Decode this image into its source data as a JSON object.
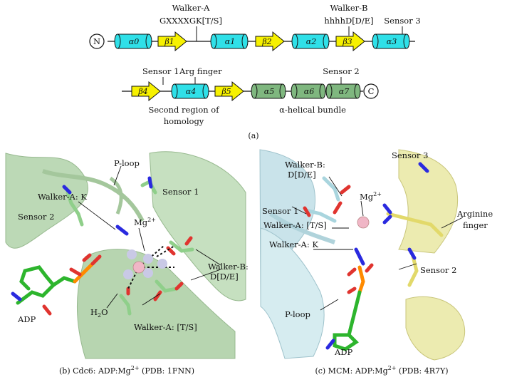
{
  "topology": {
    "row1": {
      "n_label": "N",
      "elements": [
        {
          "type": "helix",
          "name": "α0"
        },
        {
          "type": "strand",
          "name": "β1"
        },
        {
          "type": "helix",
          "name": "α1"
        },
        {
          "type": "strand",
          "name": "β2"
        },
        {
          "type": "helix",
          "name": "α2"
        },
        {
          "type": "strand",
          "name": "β3"
        },
        {
          "type": "helix",
          "name": "α3"
        }
      ],
      "annotations": {
        "walker_a_title": "Walker-A",
        "walker_a_motif": "GXXXXGK[T/S]",
        "walker_b_title": "Walker-B",
        "walker_b_motif": "hhhhD[D/E]",
        "sensor3": "Sensor 3"
      }
    },
    "row2": {
      "c_label": "C",
      "elements": [
        {
          "type": "strand",
          "name": "β4"
        },
        {
          "type": "helix",
          "name": "α4"
        },
        {
          "type": "strand",
          "name": "β5"
        },
        {
          "type": "helix",
          "name": "α5"
        },
        {
          "type": "helix",
          "name": "α6"
        },
        {
          "type": "helix",
          "name": "α7"
        }
      ],
      "annotations": {
        "sensor1": "Sensor 1",
        "arg_finger": "Arg finger",
        "sensor2": "Sensor 2",
        "second_region_1": "Second region of",
        "second_region_2": "homology",
        "helical_bundle": "α-helical bundle"
      }
    },
    "caption_a": "(a)"
  },
  "panel_b": {
    "labels": {
      "p_loop": "P-loop",
      "walker_a_k": "Walker-A: K",
      "sensor1": "Sensor 1",
      "sensor2": "Sensor 2",
      "mg": "Mg",
      "mg_sup": "2+",
      "walker_b_1": "Walker-B:",
      "walker_b_2": "D[D/E]",
      "adp": "ADP",
      "h2o_h": "H",
      "h2o_sub": "2",
      "h2o_o": "O",
      "walker_a_ts": "Walker-A: [T/S]"
    },
    "caption": "(b) Cdc6: ADP:Mg",
    "caption_sup": "2+",
    "caption_end": " (PDB: 1FNN)"
  },
  "panel_c": {
    "labels": {
      "walker_b_1": "Walker-B:",
      "walker_b_2": "D[D/E]",
      "mg": "Mg",
      "mg_sup": "2+",
      "sensor3": "Sensor 3",
      "sensor1": "Sensor 1",
      "walker_a_ts": "Walker-A: [T/S]",
      "walker_a_k": "Walker-A: K",
      "arginine_1": "Arginine",
      "arginine_2": "finger",
      "sensor2": "Sensor 2",
      "p_loop": "P-loop",
      "adp": "ADP"
    },
    "caption": "(c) MCM: ADP:Mg",
    "caption_sup": "2+",
    "caption_end": " (PDB: 4R7Y)"
  },
  "colors": {
    "helix_a": "#2fe0e8",
    "helix_b": "#7fb77f",
    "strand": "#f7f100",
    "cdc6_ribbon": "#bcd9b6",
    "mcm_ribbon_blue": "#c9e3ea",
    "mcm_ribbon_yellow": "#ecebb0",
    "mg_ion": "#f0b6c6",
    "water": "#c9c9e6"
  }
}
